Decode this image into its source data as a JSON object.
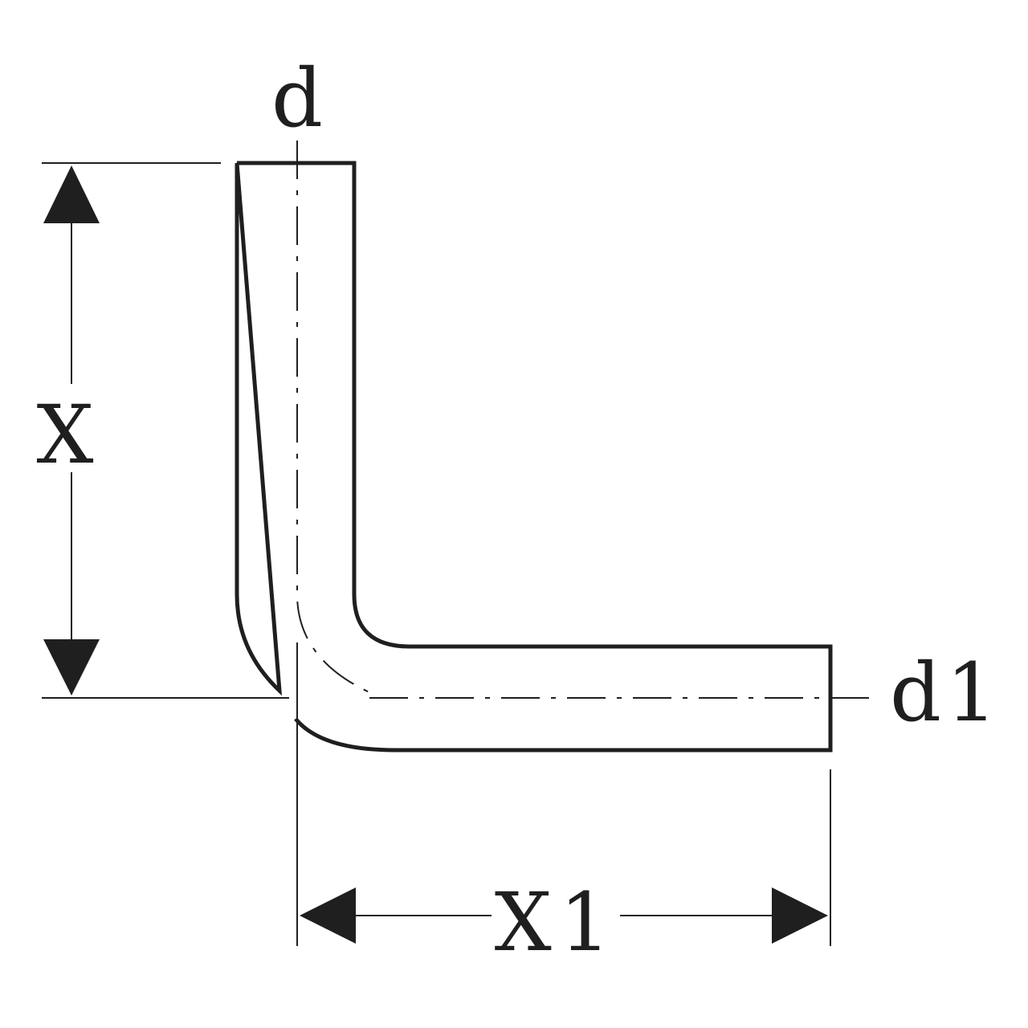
{
  "labels": {
    "diameter_top": "d",
    "diameter_side": "d1",
    "height": "X",
    "length": "X1"
  }
}
